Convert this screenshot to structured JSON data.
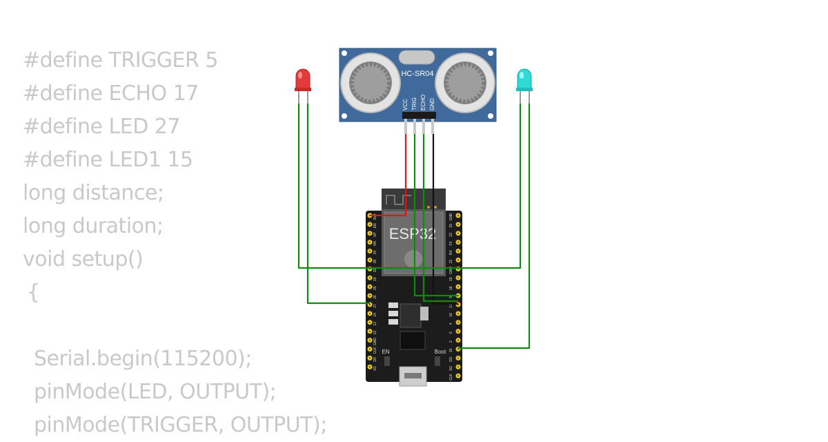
{
  "code_lines": [
    "#define TRIGGER 5",
    "#define ECHO 17",
    "#define LED 27",
    "#define LED1 15",
    "long distance;",
    "long duration;",
    "void setup()",
    "{",
    "",
    "Serial.begin(115200);",
    "pinMode(LED, OUTPUT);",
    "pinMode(TRIGGER, OUTPUT);"
  ],
  "sensor": {
    "model": "HC-SR04",
    "pins": [
      "VCC",
      "TRIG",
      "ECHO",
      "GND"
    ]
  },
  "board": {
    "name": "ESP32",
    "left_pins": [
      "3V3",
      "EN",
      "VP",
      "VN",
      "34",
      "35",
      "32",
      "33",
      "25",
      "26",
      "27",
      "14",
      "12",
      "13",
      "GND",
      "CLK",
      "D0",
      "D1"
    ],
    "right_pins": [
      "GND",
      "23",
      "22",
      "TX",
      "RX",
      "21",
      "GND",
      "19",
      "18",
      "5",
      "17",
      "16",
      "4",
      "0",
      "2",
      "15",
      "D3",
      "D2",
      "CLK"
    ],
    "buttons": [
      "EN",
      "Boot"
    ]
  },
  "leds": [
    {
      "name": "red-led",
      "color": "#e23b3b"
    },
    {
      "name": "cyan-led",
      "color": "#2fd9d6"
    }
  ],
  "colors": {
    "code_text": "#c9c9c9",
    "sensor_body": "#3f6a9b",
    "board_body": "#1c1c1c",
    "pin_gold": "#f2d21a",
    "wire_green": "#0f8a0f",
    "wire_red": "#e01515",
    "wire_black": "#111111"
  }
}
